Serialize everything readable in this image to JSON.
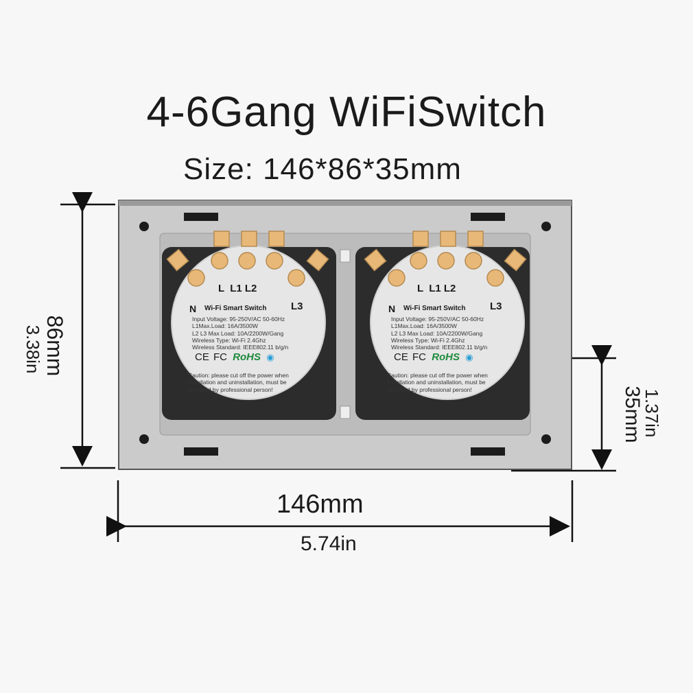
{
  "title": "4-6Gang WiFiSwitch",
  "subtitle": "Size: 146*86*35mm",
  "dimensions": {
    "height_mm": "86mm",
    "height_in": "3.38in",
    "width_mm": "146mm",
    "width_in": "5.74in",
    "depth_mm": "35mm",
    "depth_in": "1.37in"
  },
  "module_label": {
    "terminals_top": "L  L1 L2",
    "terminal_n": "N",
    "terminal_l3": "L3",
    "product_name": "Wi-Fi Smart Switch",
    "specs": [
      "Input Voltage: 95-250V/AC 50-60Hz",
      "L1Max.Load: 16A/3500W",
      "L2 L3 Max Load: 10A/2200W/Gang",
      "Wireless Type: Wi-Fi 2.4Ghz",
      "Wireless Standard: IEEE802.11 b/g/n"
    ],
    "cert_ce": "CE",
    "cert_fc": "FC",
    "cert_rohs": "RoHS",
    "caution": [
      "Caution: please cut off the power when",
      "installation and uninstallation, must be",
      "operated by professional person!"
    ]
  },
  "colors": {
    "plate": "#c9c9c9",
    "terminal": "#e8b878",
    "rohs": "#1e8a3c",
    "wifi": "#2a9fd6"
  }
}
